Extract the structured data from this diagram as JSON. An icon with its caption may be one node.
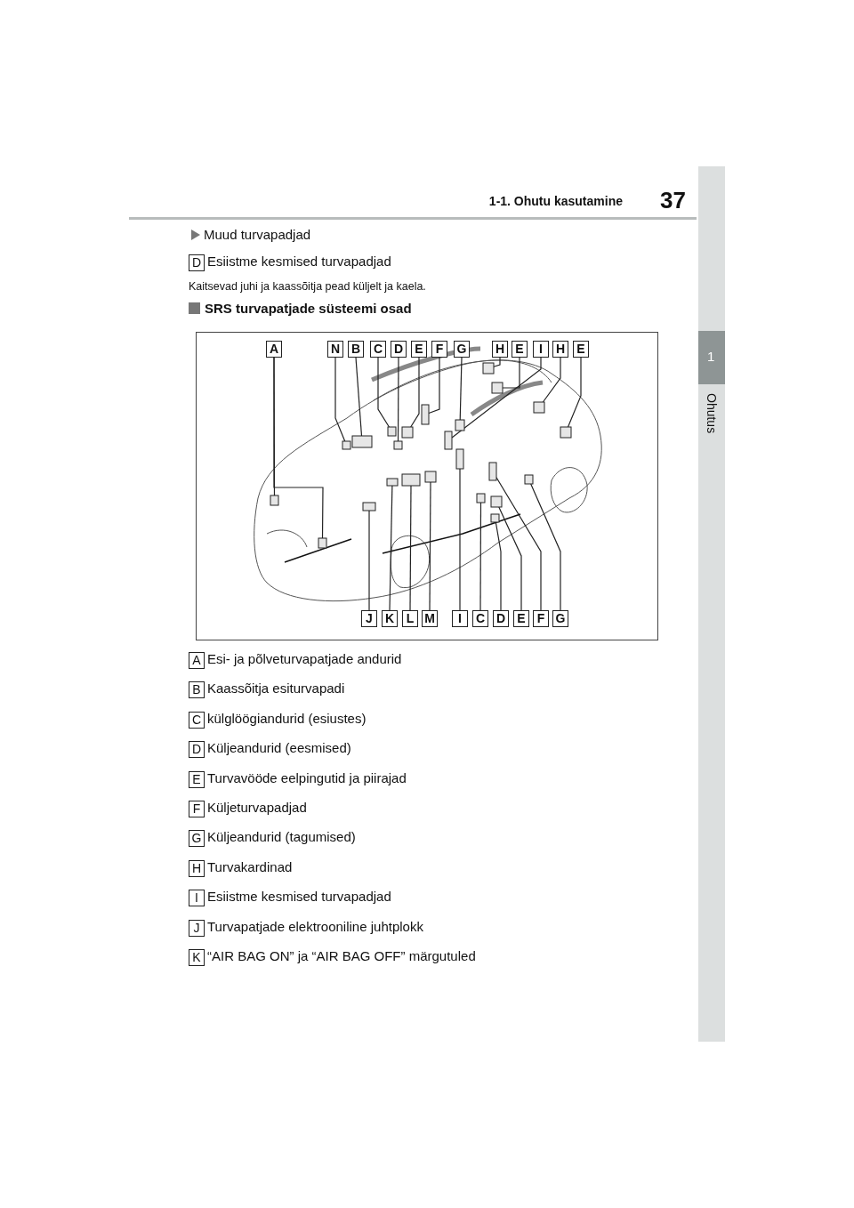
{
  "diagram": {
    "nodes": [
      {
        "text": [
          "D"
        ],
        "beside": [
          "Esiistme kesmised turvapadjad"
        ]
      },
      {
        "text": [
          "A"
        ]
      },
      {
        "text": [
          "N"
        ]
      },
      {
        "text": [
          "B"
        ]
      },
      {
        "text": [
          "C"
        ]
      },
      {
        "text": [
          "D"
        ]
      },
      {
        "text": [
          "E"
        ]
      },
      {
        "text": [
          "F"
        ]
      },
      {
        "text": [
          "G"
        ]
      },
      {
        "text": [
          "H"
        ]
      },
      {
        "text": [
          "E"
        ]
      },
      {
        "text": [
          "I"
        ]
      },
      {
        "text": [
          "H"
        ]
      },
      {
        "text": [
          "E"
        ]
      },
      {
        "text": [
          "J"
        ]
      },
      {
        "text": [
          "K"
        ]
      },
      {
        "text": [
          "L"
        ]
      },
      {
        "text": [
          "M"
        ]
      },
      {
        "text": [
          "I"
        ]
      },
      {
        "text": [
          "C"
        ]
      },
      {
        "text": [
          "D"
        ]
      },
      {
        "text": [
          "E"
        ]
      },
      {
        "text": [
          "F"
        ]
      },
      {
        "text": [
          "G"
        ]
      },
      {
        "text": [],
        "shape": "box"
      },
      {
        "text": [],
        "shape": "box"
      },
      {
        "text": [],
        "shape": "box"
      },
      {
        "text": [],
        "shape": "box"
      },
      {
        "text": [],
        "shape": "box"
      },
      {
        "text": [],
        "shape": "box"
      },
      {
        "text": [],
        "shape": "box"
      },
      {
        "text": [],
        "shape": "box"
      },
      {
        "text": [],
        "shape": "box"
      },
      {
        "text": [],
        "shape": "box"
      },
      {
        "text": [],
        "shape": "box"
      },
      {
        "text": [],
        "shape": "box"
      },
      {
        "text": [],
        "shape": "box"
      },
      {
        "text": [],
        "shape": "box"
      },
      {
        "text": [],
        "shape": "box"
      },
      {
        "text": [],
        "shape": "box"
      },
      {
        "text": [],
        "shape": "box"
      },
      {
        "text": [],
        "shape": "box"
      },
      {
        "text": [],
        "shape": "box"
      },
      {
        "text": [],
        "shape": "box"
      },
      {
        "text": [],
        "shape": "box"
      },
      {
        "text": [],
        "shape": "box"
      },
      {
        "text": [],
        "shape": "box"
      },
      {
        "text": [],
        "shape": "box"
      },
      {
        "text": [
          "A"
        ],
        "beside": [
          "Esi- ja põlveturvapatjade andurid"
        ]
      },
      {
        "text": [
          "B"
        ],
        "beside": [
          "Kaassõitja esiturvapadi"
        ]
      },
      {
        "text": [
          "C"
        ],
        "beside": [
          "külglöögiandurid (esiustes)"
        ]
      },
      {
        "text": [
          "D"
        ],
        "beside": [
          "Küljeandurid (eesmised)"
        ]
      },
      {
        "text": [
          "E"
        ],
        "beside": [
          "Turvavööde eelpingutid ja piirajad"
        ]
      },
      {
        "text": [
          "F"
        ],
        "beside": [
          "Küljeturvapadjad"
        ]
      },
      {
        "text": [
          "G"
        ],
        "beside": [
          "Küljeandurid (tagumised)"
        ]
      },
      {
        "text": [
          "H"
        ],
        "beside": [
          "Turvakardinad"
        ]
      },
      {
        "text": [
          "I"
        ],
        "beside": [
          "Esiistme kesmised turvapadjad"
        ]
      },
      {
        "text": [
          "J"
        ],
        "beside": [
          "Turvapatjade elektrooniline juhtplokk"
        ]
      },
      {
        "text": [
          "K"
        ],
        "beside": [
          "“AIR BAG ON” ja “AIR BAG OFF” märgutuled"
        ]
      }
    ],
    "edges": [
      {
        "from": 1,
        "to": 24,
        "arrow": "none"
      },
      {
        "from": 1,
        "to": 25,
        "arrow": "none"
      },
      {
        "from": 2,
        "to": 26,
        "arrow": "none"
      },
      {
        "from": 3,
        "to": 27,
        "arrow": "none"
      },
      {
        "from": 4,
        "to": 28,
        "arrow": "none"
      },
      {
        "from": 5,
        "to": 29,
        "arrow": "none"
      },
      {
        "from": 6,
        "to": 30,
        "arrow": "none"
      },
      {
        "from": 7,
        "to": 31,
        "arrow": "none"
      },
      {
        "from": 8,
        "to": 32,
        "arrow": "none"
      },
      {
        "from": 9,
        "to": 33,
        "arrow": "none"
      },
      {
        "from": 10,
        "to": 34,
        "arrow": "none"
      },
      {
        "from": 11,
        "to": 35,
        "arrow": "none"
      },
      {
        "from": 12,
        "to": 36,
        "arrow": "none"
      },
      {
        "from": 13,
        "to": 37,
        "arrow": "none"
      },
      {
        "from": 14,
        "to": 38,
        "arrow": "none"
      },
      {
        "from": 15,
        "to": 39,
        "arrow": "none"
      },
      {
        "from": 16,
        "to": 40,
        "arrow": "none"
      },
      {
        "from": 17,
        "to": 41,
        "arrow": "none"
      },
      {
        "from": 18,
        "to": 42,
        "arrow": "none"
      },
      {
        "from": 19,
        "to": 43,
        "arrow": "none"
      },
      {
        "from": 20,
        "to": 44,
        "arrow": "none"
      },
      {
        "from": 21,
        "to": 45,
        "arrow": "none"
      },
      {
        "from": 22,
        "to": 46,
        "arrow": "none"
      },
      {
        "from": 23,
        "to": 47,
        "arrow": "none"
      }
    ],
    "labels": [
      "1-1. Ohutu kasutamine",
      "37",
      "1",
      "Ohutus",
      "Muud turvapadjad",
      "Kaitsevad juhi ja kaassõitja pead küljelt ja kaela.",
      "SRS turvapatjade süsteemi osad"
    ]
  }
}
